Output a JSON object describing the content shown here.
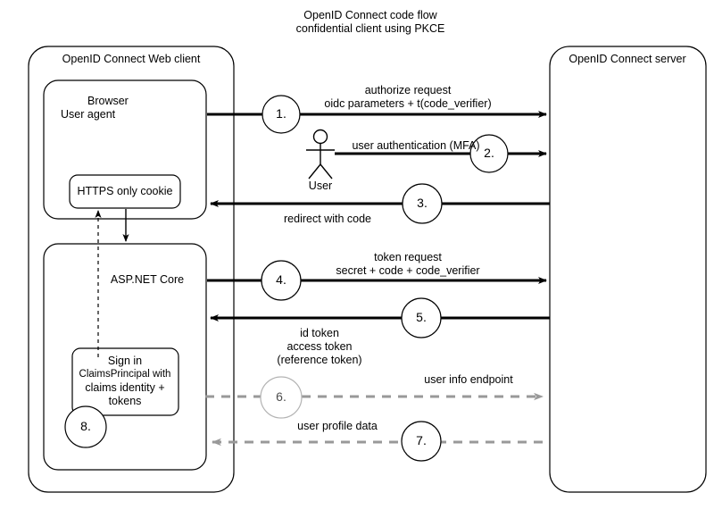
{
  "diagram": {
    "title_line1": "OpenID Connect code flow",
    "title_line2": "confidential client using PKCE",
    "containers": {
      "client": "OpenID Connect Web client",
      "server": "OpenID Connect server",
      "browser_line1": "Browser",
      "browser_line2": "User agent",
      "cookie": "HTTPS only cookie",
      "aspnet": "ASP.NET Core",
      "signin_line1": "Sign in",
      "signin_line2": "ClaimsPrincipal with",
      "signin_line3": "claims identity +",
      "signin_line4": "tokens"
    },
    "actor": {
      "label": "User"
    },
    "steps": [
      {
        "number": "1.",
        "label_line1": "authorize request",
        "label_line2": "oidc parameters + t(code_verifier)",
        "style": "solid",
        "color": "#000000"
      },
      {
        "number": "2.",
        "label_line1": "user authentication (MFA)",
        "label_line2": "",
        "style": "solid",
        "color": "#000000"
      },
      {
        "number": "3.",
        "label_line1": "redirect with code",
        "label_line2": "",
        "style": "solid",
        "color": "#000000"
      },
      {
        "number": "4.",
        "label_line1": "token request",
        "label_line2": "secret + code + code_verifier",
        "style": "solid",
        "color": "#000000"
      },
      {
        "number": "5.",
        "label_line1": "id token",
        "label_line2": "access token",
        "label_line3": "(reference token)",
        "style": "solid",
        "color": "#000000"
      },
      {
        "number": "6.",
        "label_line1": "user info endpoint",
        "label_line2": "",
        "style": "dashed",
        "color": "#999999"
      },
      {
        "number": "7.",
        "label_line1": "user profile data",
        "label_line2": "",
        "style": "dashed",
        "color": "#999999"
      },
      {
        "number": "8.",
        "label_line1": "",
        "label_line2": "",
        "style": "none",
        "color": "#000000"
      }
    ],
    "colors": {
      "stroke": "#000000",
      "dashed": "#999999",
      "background": "#ffffff"
    }
  }
}
